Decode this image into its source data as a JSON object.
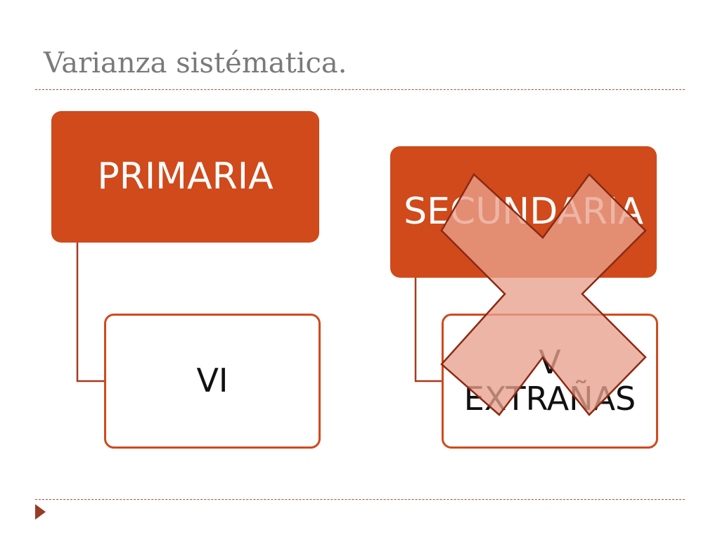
{
  "slide": {
    "title": "Varianza sistématica."
  },
  "diagram": {
    "branches": [
      {
        "heading": "PRIMARIA",
        "item": "VI",
        "crossed_out": false
      },
      {
        "heading": "SECUNDARIA",
        "item": "V EXTRAÑAS",
        "crossed_out": true
      }
    ]
  },
  "colors": {
    "accent": "#d04a1b",
    "connector": "#a63a1e",
    "cross_fill": "#e8a08c",
    "cross_stroke": "#8a2a14",
    "title": "#7a7a7a"
  },
  "icons": {
    "cross": "x-mark-icon",
    "nav": "play-arrow-icon"
  }
}
